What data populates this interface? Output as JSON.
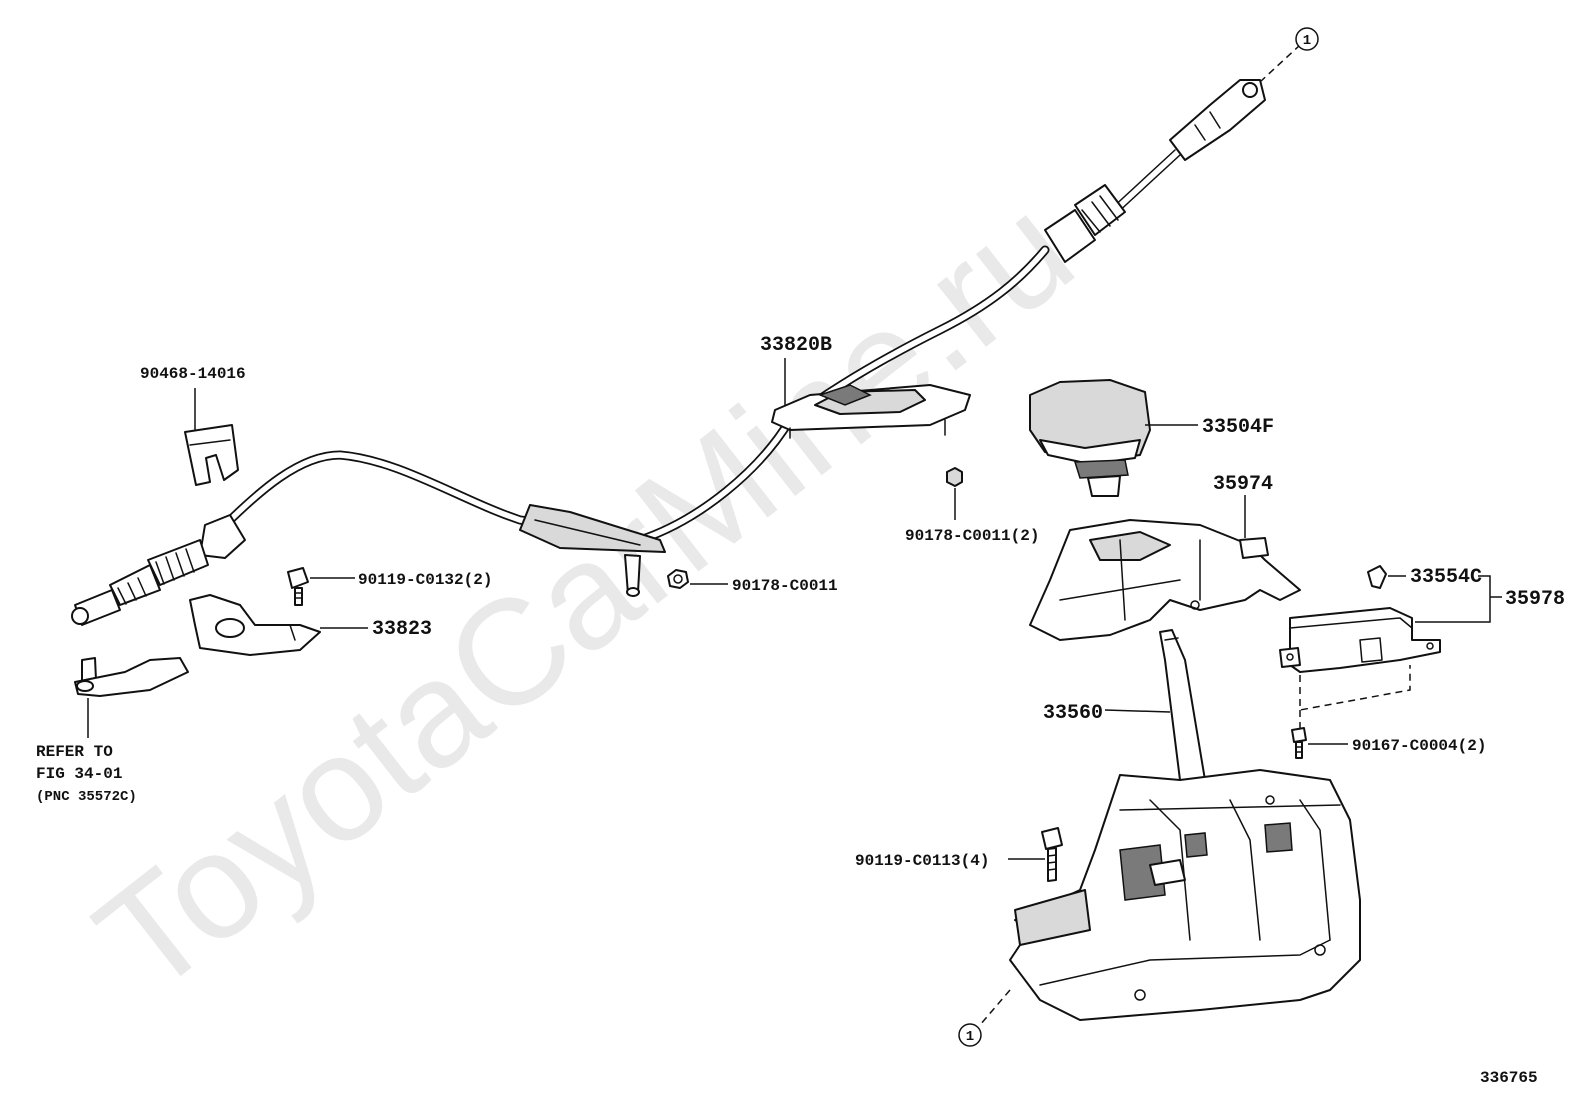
{
  "watermark": "ToyotaCarMine.ru",
  "figure_number": "336765",
  "reference_marker": "1",
  "reference_note": {
    "line1": "REFER TO",
    "line2": "FIG 34-01",
    "line3": "(PNC 35572C)"
  },
  "callouts": {
    "p_33820B": "33820B",
    "p_90468_14016": "90468-14016",
    "p_33504F": "33504F",
    "p_35974": "35974",
    "p_90178_C0011_2": "90178-C0011(2)",
    "p_90119_C0132_2": "90119-C0132(2)",
    "p_90178_C0011": "90178-C0011",
    "p_33823": "33823",
    "p_33554C": "33554C",
    "p_35978": "35978",
    "p_33560": "33560",
    "p_90167_C0004_2": "90167-C0004(2)",
    "p_90119_C0113_4": "90119-C0113(4)"
  }
}
